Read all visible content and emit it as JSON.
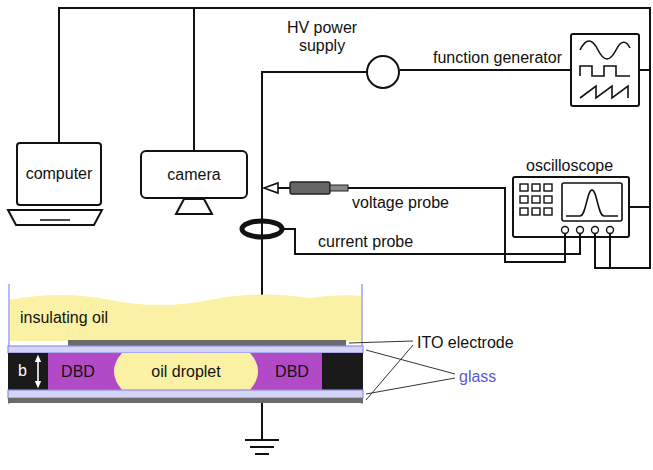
{
  "diagram": {
    "nodes": [
      {
        "text": [
          "computer"
        ]
      },
      {
        "text": [
          "camera"
        ]
      },
      {
        "text": [
          "HV power supply"
        ]
      },
      {
        "text": [
          "function generator"
        ]
      },
      {
        "text": [
          "oscilloscope"
        ]
      },
      {
        "text": [
          "insulating oil"
        ]
      },
      {
        "text": [
          "DBD"
        ]
      },
      {
        "text": [
          "oil droplet"
        ]
      },
      {
        "text": [
          "DBD"
        ]
      }
    ],
    "edges": [
      {
        "from": 0,
        "to": 3,
        "arrow": "none"
      },
      {
        "from": 1,
        "to": 3,
        "arrow": "none"
      },
      {
        "from": 2,
        "to": 3,
        "arrow": "none"
      },
      {
        "from": 4,
        "to": 3,
        "arrow": "none"
      }
    ],
    "labels": [
      "voltage probe",
      "current probe",
      "ITO electrode",
      "b",
      "glass"
    ]
  }
}
